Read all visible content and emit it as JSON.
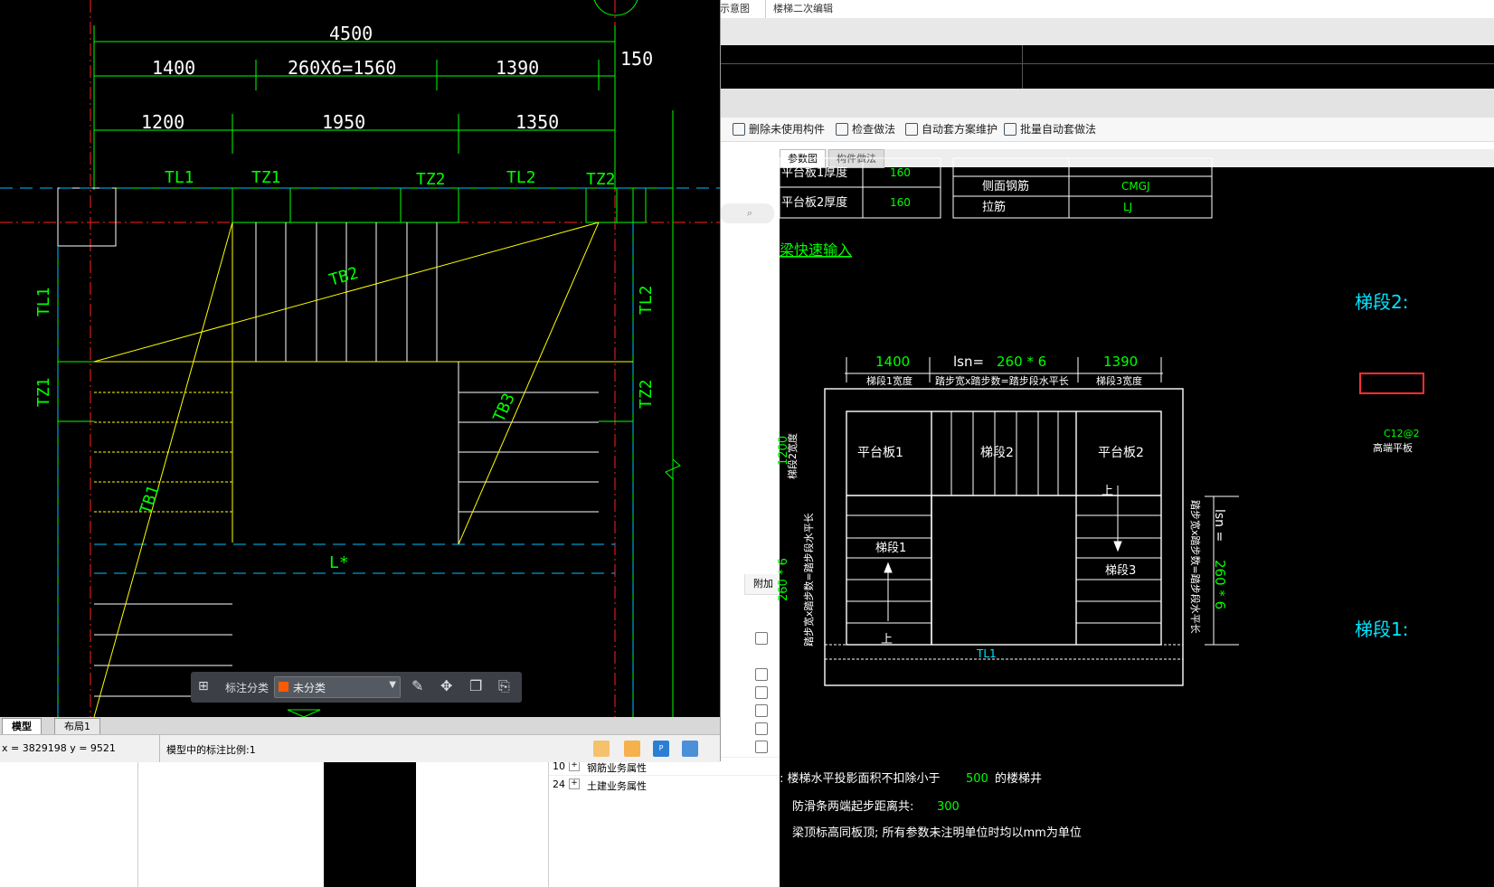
{
  "bg_app": {
    "top_tabs": [
      "示意图",
      "楼梯二次编辑"
    ],
    "toolbar": [
      "删除未使用构件",
      "检查做法",
      "自动套方案维护",
      "批量自动套做法"
    ],
    "param_tabs": [
      "参数图",
      "构件做法"
    ],
    "grid": {
      "header_extra": "附加",
      "rows": [
        {
          "num": "10",
          "label": "钢筋业务属性"
        },
        {
          "num": "24",
          "label": "土建业务属性"
        }
      ]
    }
  },
  "cad": {
    "dims_top": {
      "total": "4500",
      "d1": "1400",
      "d2": "260X6=1560",
      "d3": "1390",
      "side": "150"
    },
    "dims_2": {
      "a": "1200",
      "b": "1950",
      "c": "1350"
    },
    "labels": {
      "tl1_top": "TL1",
      "tz1_top": "TZ1",
      "tz2_top": "TZ2",
      "tl2_top": "TL2",
      "tz2_top_r": "TZ2",
      "tl1_left": "TL1",
      "tz1_left": "TZ1",
      "tl2_right": "TL2",
      "tz2_right": "TZ2",
      "tb1": "TB1",
      "tb2": "TB2",
      "tb3": "TB3",
      "lstar": "L*"
    },
    "tabs": {
      "model": "模型",
      "layout": "布局1"
    },
    "status": {
      "coords": "x = 3829198  y = 9521",
      "scale": "模型中的标注比例:1"
    },
    "floatbar": {
      "label": "标注分类",
      "select": "未分类"
    }
  },
  "param": {
    "table_left": [
      {
        "label": "平台板1厚度",
        "value": "160"
      },
      {
        "label": "平台板2厚度",
        "value": "160"
      }
    ],
    "table_right": [
      {
        "label": "侧面钢筋",
        "value": "CMGJ"
      },
      {
        "label": "拉筋",
        "value": "LJ"
      }
    ],
    "quick_input": "梁快速输入",
    "dims": {
      "d1": "1400",
      "lsn_prefix": "lsn=",
      "lsn_val": "260 * 6",
      "d3": "1390",
      "w1": "梯段1宽度",
      "w2": "踏步宽x踏步数=踏步段水平长",
      "w3": "梯段3宽度"
    },
    "labels": {
      "ptb1": "平台板1",
      "ts2": "梯段2",
      "ptb2": "平台板2",
      "ts1": "梯段1",
      "ts3": "梯段3",
      "up1": "上",
      "up3": "上",
      "tl1": "TL1",
      "left_v1": "梯段2宽度",
      "left_v2": "踏步宽x踏步数=踏步段水平长",
      "left_num1": "1200",
      "left_num2": "260 * 6",
      "right_v": "踏步宽x踏步数=踏步段水平长",
      "right_lsn": "lsn = ",
      "right_val": "260 * 6"
    },
    "side_labels": {
      "s2": "梯段2:",
      "s1": "梯段1:",
      "c12": "C12@2",
      "gdpb": "高端平板"
    },
    "notes": [
      {
        "text": ": 楼梯水平投影面积不扣除小于",
        "val": "500",
        "suffix": "的楼梯井"
      },
      {
        "text": "防滑条两端起步距离共:",
        "val": "300",
        "suffix": ""
      },
      {
        "text": "梁顶标高同板顶; 所有参数未注明单位时均以mm为单位",
        "val": "",
        "suffix": ""
      }
    ]
  },
  "colors": {
    "green": "#00ff00",
    "yellow": "#ffff00",
    "red": "#ff0000",
    "cyan": "#00bfff",
    "white": "#ffffff",
    "param_green": "#00ff00",
    "accent_cyan": "#00e5ff"
  }
}
